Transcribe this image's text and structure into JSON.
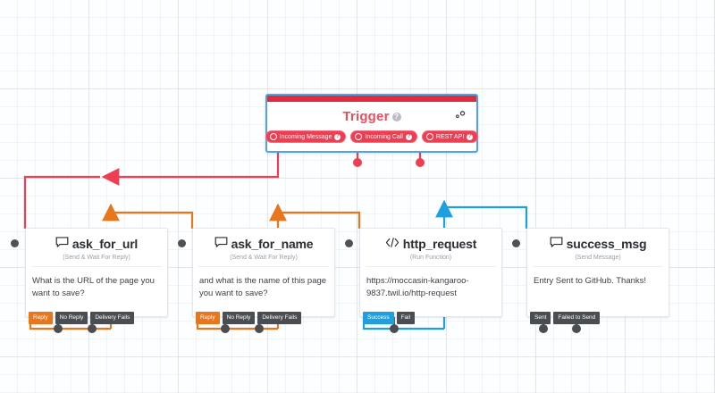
{
  "app": {
    "name": "flow-builder-canvas"
  },
  "colors": {
    "trigger_red": "#e22c3e",
    "trigger_title": "#e8505f",
    "selection_blue": "#4fa3e3",
    "wire_red": "#ef3e52",
    "wire_orange": "#e8761d",
    "wire_blue": "#1ea0e0",
    "wire_dark": "#4a4e52",
    "grid": "#aac8eb"
  },
  "trigger": {
    "title": "Trigger",
    "help_badge": "?",
    "gear_icon": "gear-icon",
    "pills": [
      {
        "label": "Incoming Message",
        "badge": "?"
      },
      {
        "label": "Incoming Call",
        "badge": "?"
      },
      {
        "label": "REST API",
        "badge": "?"
      }
    ]
  },
  "nodes": [
    {
      "title": "ask_for_url",
      "icon": "chat-bubble-icon",
      "subtitle": "(Send & Wait For Reply)",
      "body": "What is the URL of the page you want to save?",
      "outputs": [
        {
          "label": "Reply",
          "color": "orange"
        },
        {
          "label": "No Reply",
          "color": "dark"
        },
        {
          "label": "Delivery Fails",
          "color": "dark"
        }
      ]
    },
    {
      "title": "ask_for_name",
      "icon": "chat-bubble-icon",
      "subtitle": "(Send & Wait For Reply)",
      "body": "and what is the name of this page you want to save?",
      "outputs": [
        {
          "label": "Reply",
          "color": "orange"
        },
        {
          "label": "No Reply",
          "color": "dark"
        },
        {
          "label": "Delivery Fails",
          "color": "dark"
        }
      ]
    },
    {
      "title": "http_request",
      "icon": "code-icon",
      "subtitle": "(Run Function)",
      "body": "https://moccasin-kangaroo-9837.twil.io/http-request",
      "outputs": [
        {
          "label": "Success",
          "color": "blue"
        },
        {
          "label": "Fail",
          "color": "dark"
        }
      ]
    },
    {
      "title": "success_msg",
      "icon": "chat-bubble-icon",
      "subtitle": "(Send Message)",
      "body": "Entry Sent to GitHub. Thanks!",
      "outputs": [
        {
          "label": "Sent",
          "color": "dark"
        },
        {
          "label": "Failed to Send",
          "color": "dark"
        }
      ]
    }
  ]
}
